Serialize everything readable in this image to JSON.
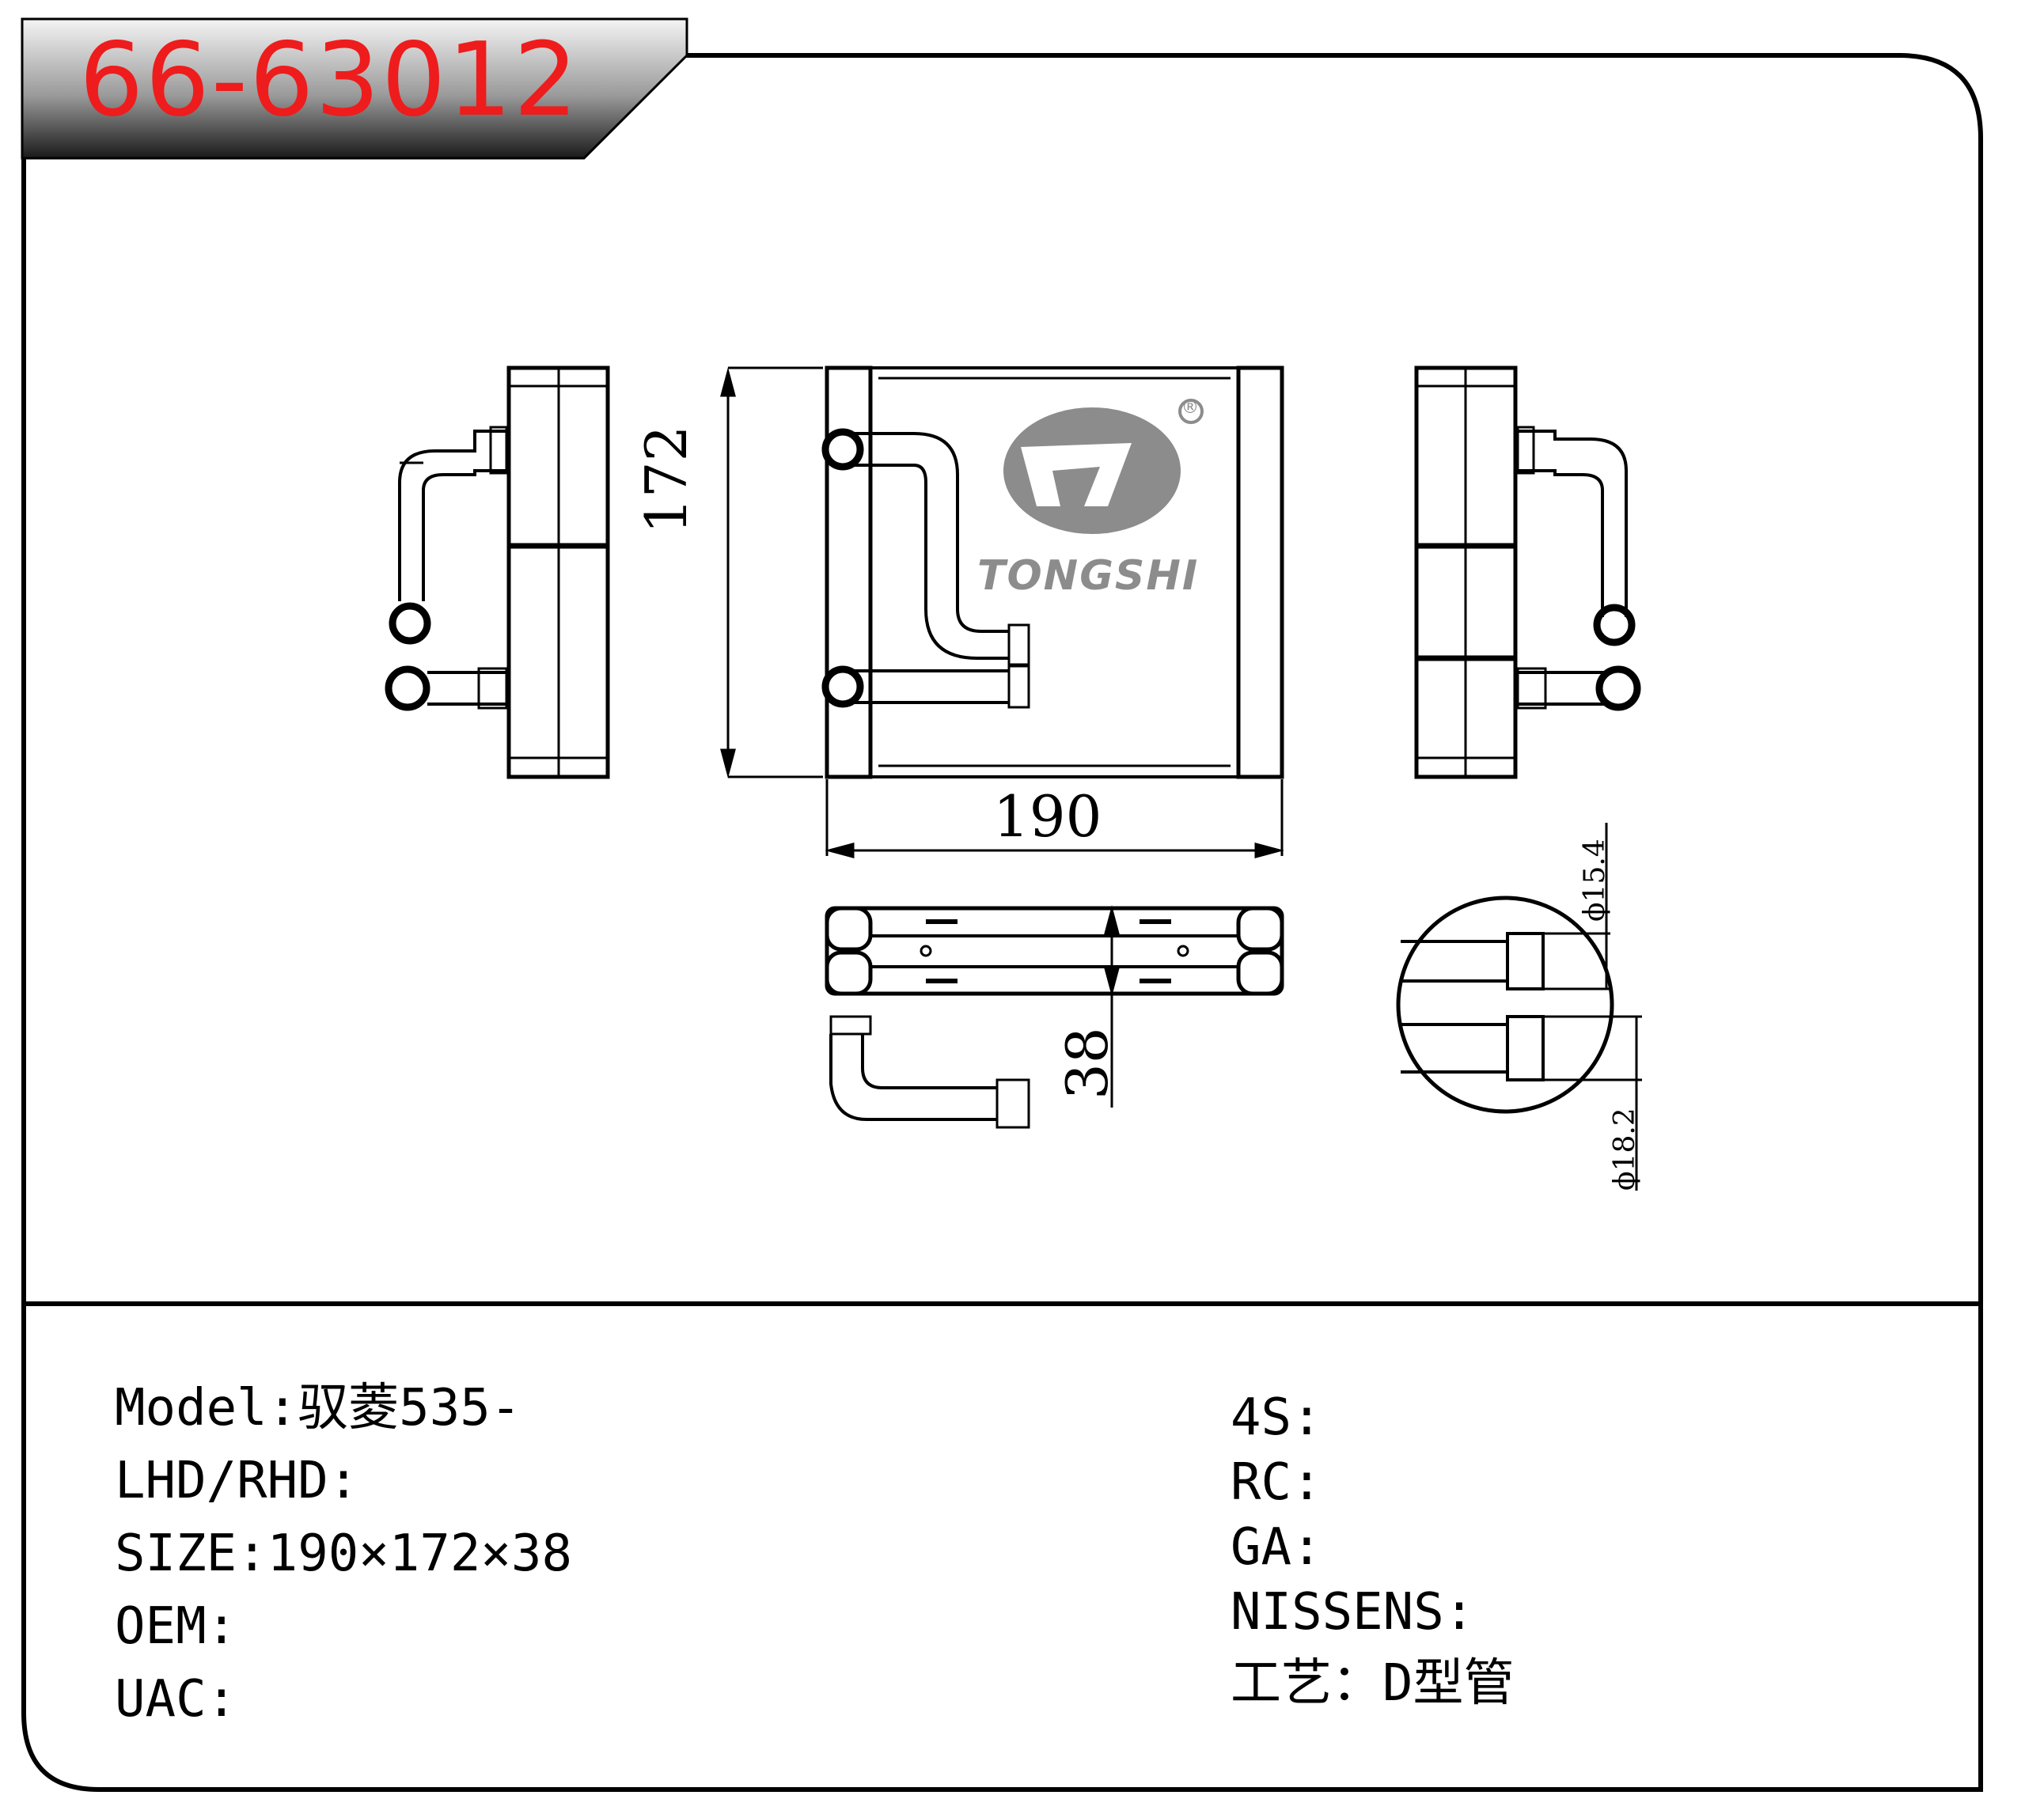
{
  "header": {
    "part_number": "66-63012"
  },
  "drawing": {
    "logo_brand": "TONGSHI",
    "logo_registered": "®",
    "dims": {
      "height": "172",
      "width": "190",
      "depth": "38",
      "pipe_small": "ϕ15.4",
      "pipe_large": "ϕ18.2"
    }
  },
  "specs": {
    "left": [
      {
        "label": "Model",
        "sep": ":",
        "value": "驭菱535-"
      },
      {
        "label": "LHD/RHD",
        "sep": ":",
        "value": ""
      },
      {
        "label": "SIZE",
        "sep": ":",
        "value": "190×172×38"
      },
      {
        "label": "OEM",
        "sep": ":",
        "value": ""
      },
      {
        "label": "UAC",
        "sep": ":",
        "value": ""
      }
    ],
    "right": [
      {
        "label": "4S",
        "sep": ":",
        "value": ""
      },
      {
        "label": "RC",
        "sep": ":",
        "value": ""
      },
      {
        "label": "GA",
        "sep": ":",
        "value": ""
      },
      {
        "label": "NISSENS",
        "sep": ":",
        "value": ""
      },
      {
        "label": "工艺",
        "sep": "：",
        "value": "D型管"
      }
    ]
  },
  "colors": {
    "title_red": "#ee1c1c",
    "line": "#000000",
    "logo_gray": "#8c8c8c"
  }
}
